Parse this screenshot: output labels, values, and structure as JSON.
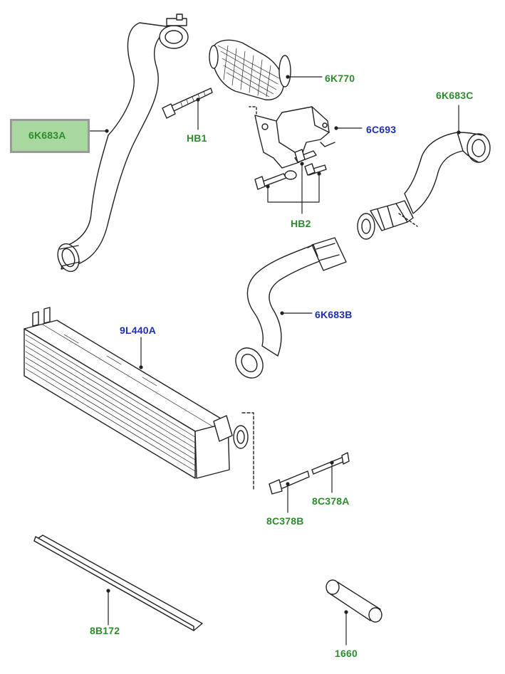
{
  "labels": {
    "hose_a": "6K683A",
    "hose_b": "6K683B",
    "hose_c": "6K683C",
    "housing": "6K770",
    "bracket": "6C693",
    "bolt_hb1": "HB1",
    "bolts_hb2": "HB2",
    "intercooler": "9L440A",
    "pin_a": "8C378A",
    "pin_b": "8C378B",
    "foam_strip": "8B172",
    "sleeve": "1660"
  },
  "colors": {
    "part_green": "#2e8b2e",
    "part_blue": "#1e2fb8",
    "highlight_fill": "#a8d8a0",
    "highlight_border": "#9a9a9a",
    "line": "#222222"
  },
  "selected": "6K683A"
}
